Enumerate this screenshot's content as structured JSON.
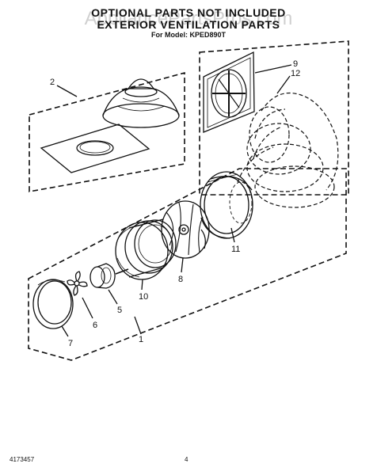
{
  "header": {
    "title_line1": "OPTIONAL PARTS NOT INCLUDED",
    "title_line2": "EXTERIOR VENTILATION PARTS",
    "model": "For Model: KPED890T"
  },
  "watermark": "AppliancePartsPros.com",
  "footer": {
    "left": "4173457",
    "page": "4"
  },
  "callouts": {
    "c9": "9",
    "c12": "12",
    "c2": "2",
    "c11": "11",
    "c8": "8",
    "c10": "10",
    "c5": "5",
    "c6": "6",
    "c7": "7",
    "c1": "1"
  }
}
